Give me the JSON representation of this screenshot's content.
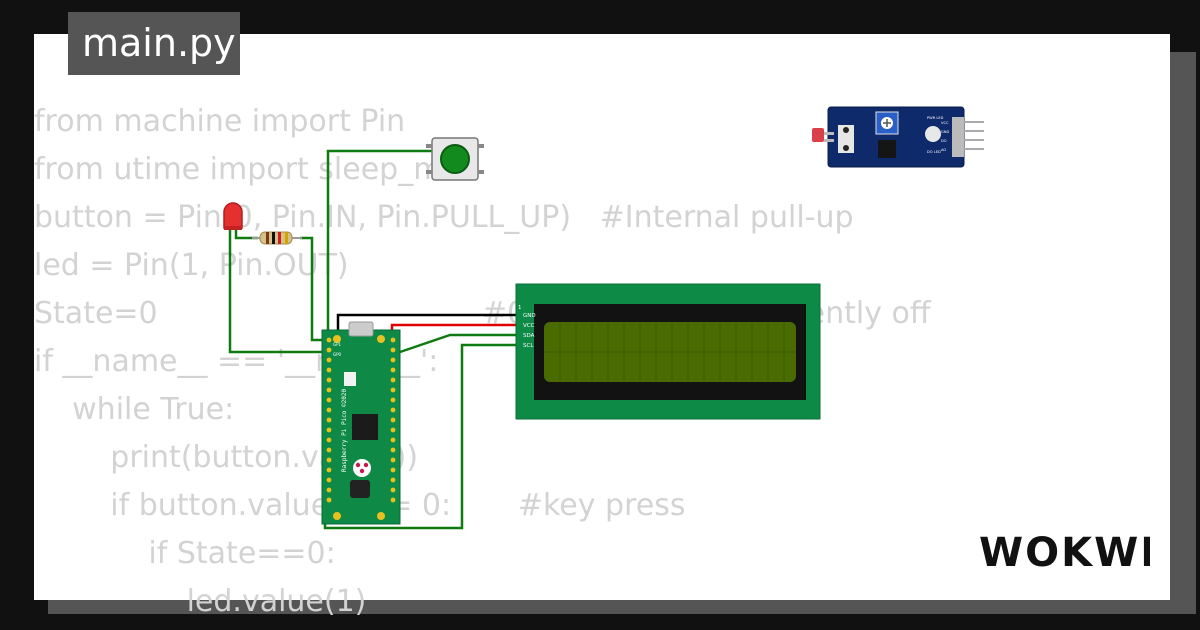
{
  "tab": {
    "filename": "main.py"
  },
  "code_lines": [
    "from machine import Pin",
    "from utime import sleep_ms",
    "button = Pin(0, Pin.IN, Pin.PULL_UP)   #Internal pull-up",
    "led = Pin(1, Pin.OUT)",
    "State=0                                  #0 means LED is currently off",
    "if __name__ == '__main__':",
    "    while True:",
    "        print(button.value())",
    "        if button.value() == 0:       #key press",
    "            if State==0:",
    "                led.value(1)"
  ],
  "lcd": {
    "pins": [
      "1",
      "GND",
      "VCC",
      "SDA",
      "SCL"
    ],
    "backlight_color": "#4a6b00"
  },
  "pico": {
    "label": "Raspberry Pi Pico ©2020",
    "pin_gp0": "GP0",
    "pin_gp1": "GP1"
  },
  "sensor": {
    "pins": [
      "VCC",
      "GND",
      "DO",
      "AO"
    ],
    "labels": [
      "PWR LED",
      "DO LED"
    ]
  },
  "logo": {
    "text": "WOKWI"
  },
  "colors": {
    "wire_green": "#0f7a0f",
    "wire_red": "#e00000",
    "wire_black": "#000000",
    "pcb_green": "#0e8a46",
    "pcb_blue": "#0f2a6b"
  }
}
